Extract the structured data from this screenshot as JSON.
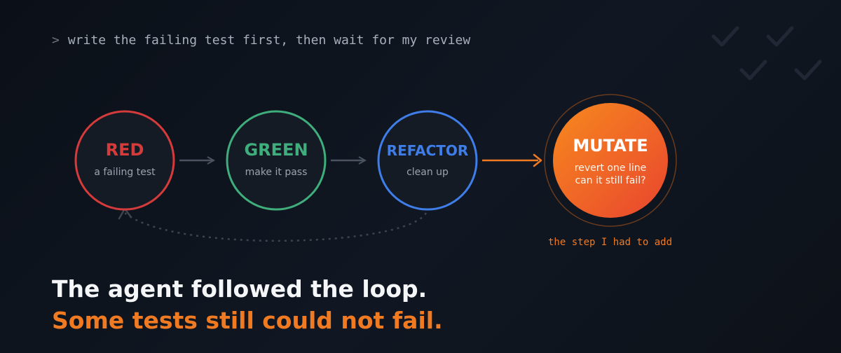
{
  "prompt": {
    "caret": ">",
    "text": "write the failing test first, then wait for my review"
  },
  "steps": [
    {
      "label": "RED",
      "sub": "a failing test",
      "color": "#d63b3b"
    },
    {
      "label": "GREEN",
      "sub": "make it pass",
      "color": "#3fae7c"
    },
    {
      "label": "REFACTOR",
      "sub": "clean up",
      "color": "#3f7ee8"
    }
  ],
  "mutate": {
    "label": "MUTATE",
    "sub_line1": "revert one line",
    "sub_line2": "can it still fail?",
    "color": "#f07a22"
  },
  "added_note": "the step I had to add",
  "headline": "The agent followed the loop.",
  "subheadline": "Some tests still could not fail.",
  "colors": {
    "accent": "#f07a22",
    "background": "#0e141c",
    "muted": "#9aa3ae"
  },
  "decor": {
    "icon": "checkmark-icon",
    "count": 4
  }
}
